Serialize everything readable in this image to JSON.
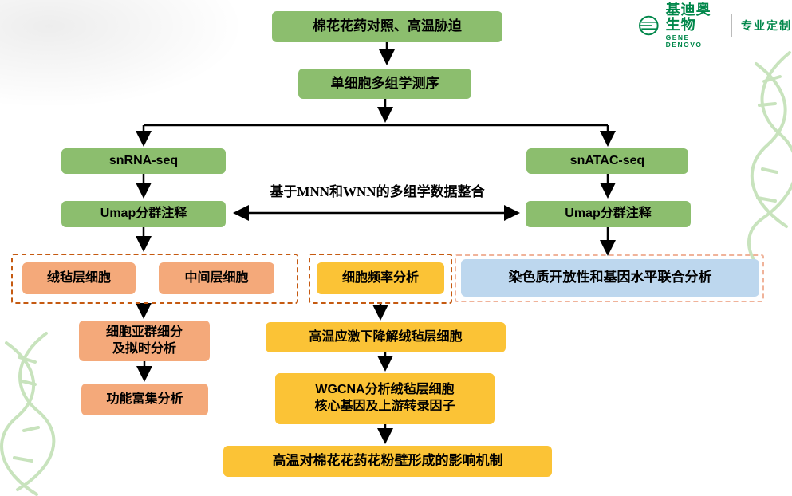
{
  "logo": {
    "brand_cn": "基迪奥生物",
    "brand_en": "GENE DENOVO",
    "tagline": "专业定制"
  },
  "flowchart": {
    "nodes": {
      "treatment": "棉花花药对照、高温胁迫",
      "sequencing": "单细胞多组学测序",
      "snrna": "snRNA-seq",
      "snatac": "snATAC-seq",
      "umap_left": "Umap分群注释",
      "umap_right": "Umap分群注释",
      "integration_label": "基于MNN和WNN的多组学数据整合",
      "tapetum": "绒毡层细胞",
      "middle_layer": "中间层细胞",
      "cell_frequency": "细胞频率分析",
      "joint_analysis": "染色质开放性和基因水平联合分析",
      "subcluster": "细胞亚群细分\n及拟时分析",
      "enrichment": "功能富集分析",
      "heat_degradation": "高温应激下降解绒毡层细胞",
      "wgcna": "WGCNA分析绒毡层细胞\n核心基因及上游转录因子",
      "mechanism": "高温对棉花花药花粉壁形成的影响机制"
    },
    "colors": {
      "green_box": "#8CBE6E",
      "orange_box": "#F4A97A",
      "yellow_box": "#FBC336",
      "blue_box": "#BDD7EE",
      "dashed_border_orange": "#C55A11",
      "dashed_border_pink": "#F0B39A",
      "brand_green": "#00874A",
      "arrow": "#000000"
    }
  }
}
